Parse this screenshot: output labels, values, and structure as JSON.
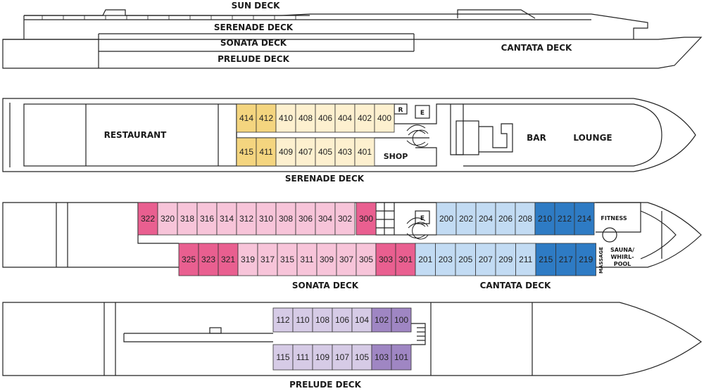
{
  "profile": {
    "labels": {
      "sun": "SUN DECK",
      "serenade": "SERENADE DECK",
      "sonata": "SONATA DECK",
      "prelude": "PRELUDE DECK",
      "cantata": "CANTATA DECK"
    }
  },
  "serenade": {
    "title": "SERENADE DECK",
    "restaurant": "RESTAURANT",
    "bar": "BAR",
    "lounge": "LOUNGE",
    "shop": "SHOP",
    "reception": "R",
    "elevator": "E",
    "top_cabins": [
      "414",
      "412",
      "410",
      "408",
      "406",
      "404",
      "402",
      "400"
    ],
    "bottom_cabins": [
      "415",
      "411",
      "409",
      "407",
      "405",
      "403",
      "401"
    ],
    "colors": {
      "dark": "#f4d57f",
      "light": "#fdf0cf"
    }
  },
  "sonata": {
    "title": "SONATA DECK",
    "elevator": "E",
    "top_cabins": [
      "322",
      "320",
      "318",
      "316",
      "314",
      "312",
      "310",
      "308",
      "306",
      "304",
      "302",
      "300"
    ],
    "bottom_cabins": [
      "325",
      "323",
      "321",
      "319",
      "317",
      "315",
      "311",
      "309",
      "307",
      "305",
      "303",
      "301"
    ],
    "colors": {
      "dark": "#e95f90",
      "light": "#f7c4d9"
    }
  },
  "cantata": {
    "title": "CANTATA DECK",
    "fitness": "FITNESS",
    "massage": "MASSAGE",
    "sauna": [
      "SAUNA/",
      "WHIRL-",
      "POOL"
    ],
    "top_cabins": [
      "200",
      "202",
      "204",
      "206",
      "208",
      "210",
      "212",
      "214"
    ],
    "bottom_cabins": [
      "201",
      "203",
      "205",
      "207",
      "209",
      "211",
      "215",
      "217",
      "219"
    ],
    "colors": {
      "dark": "#2e7bc4",
      "light": "#c2dbf3"
    }
  },
  "prelude": {
    "title": "PRELUDE DECK",
    "top_cabins": [
      "112",
      "110",
      "108",
      "106",
      "104",
      "102",
      "100"
    ],
    "bottom_cabins": [
      "115",
      "111",
      "109",
      "107",
      "105",
      "103",
      "101"
    ],
    "colors": {
      "dark": "#9f86c3",
      "light": "#d6cbe6"
    }
  }
}
